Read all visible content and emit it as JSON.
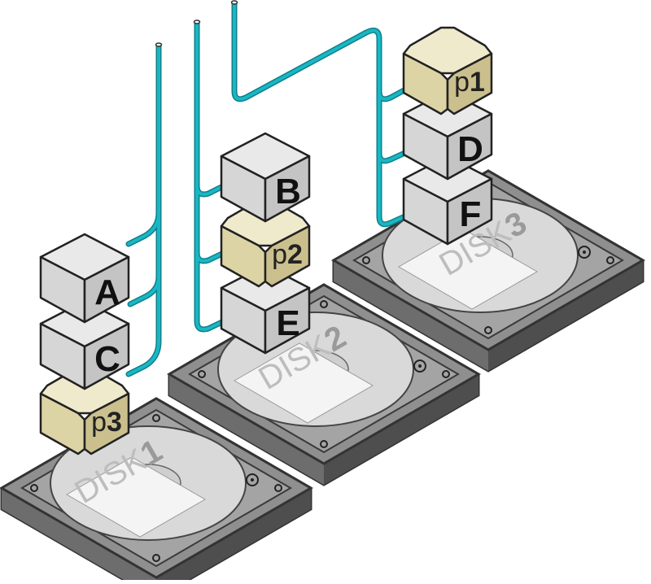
{
  "colors": {
    "cable": "#19b7c4",
    "cable_core": "#0f7f8a",
    "cube_top": "#e9e9e9",
    "cube_left": "#d6d6d6",
    "cube_right": "#c4c4c4",
    "parity_top": "#efeacc",
    "parity_left": "#ddd4a6",
    "parity_right": "#cbc08d",
    "disk_top": "#8f8f8f",
    "disk_side": "#5e5e5e",
    "disk_edge": "#333333",
    "platter": "#d9d9d9",
    "label_panel": "#f4f4f4"
  },
  "disks": [
    {
      "id": "disk1",
      "prefix": "DISK",
      "number": "1"
    },
    {
      "id": "disk2",
      "prefix": "DISK",
      "number": "2"
    },
    {
      "id": "disk3",
      "prefix": "DISK",
      "number": "3"
    }
  ],
  "blocks": {
    "disk1": [
      "A",
      "C"
    ],
    "disk2": [
      "B",
      "E"
    ],
    "disk3": [
      "D",
      "F"
    ]
  },
  "parity": {
    "disk1": {
      "prefix": "p",
      "number": "3"
    },
    "disk2": {
      "prefix": "p",
      "number": "2"
    },
    "disk3": {
      "prefix": "p",
      "number": "1"
    }
  }
}
